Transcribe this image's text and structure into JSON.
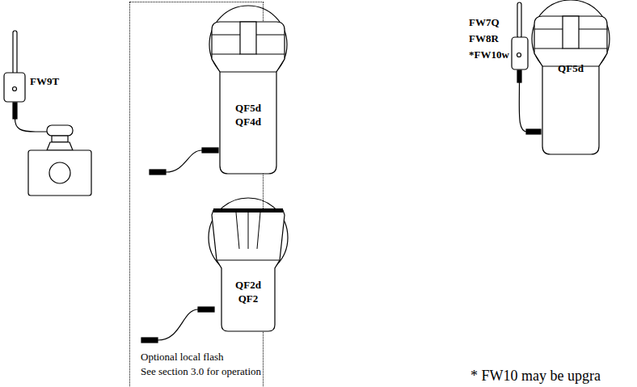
{
  "diagram": {
    "nodes": [
      {
        "text": [
          "Optional local flash",
          "See section 3.0 for operation"
        ]
      },
      {
        "text": [
          "QF5d QF4d"
        ],
        "in": 0
      },
      {
        "text": [
          "QF2d QF2"
        ],
        "in": 0
      },
      {
        "text": [
          "QF5d"
        ]
      }
    ],
    "labels": [
      "FW9T",
      "FW7Q FW8R *FW10w",
      "* FW10 may be upgra"
    ]
  }
}
